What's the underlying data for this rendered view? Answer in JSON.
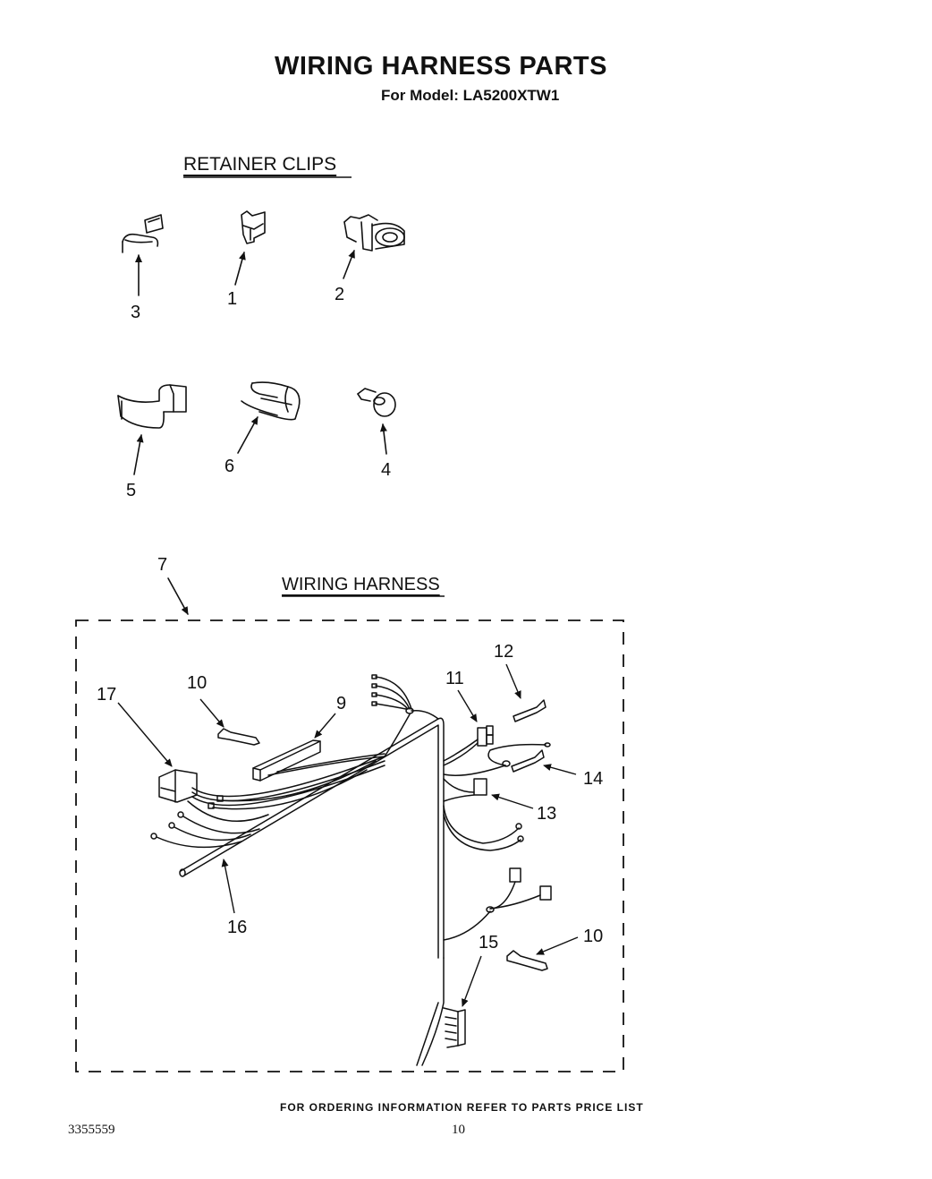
{
  "header": {
    "title": "WIRING HARNESS PARTS",
    "subtitle": "For Model: LA5200XTW1"
  },
  "sections": {
    "retainer_clips": {
      "heading": "RETAINER CLIPS",
      "callouts": [
        "3",
        "1",
        "2",
        "5",
        "6",
        "4"
      ]
    },
    "wiring_harness": {
      "heading": "WIRING HARNESS",
      "assembly_callout": "7",
      "callouts": {
        "c17": "17",
        "c10a": "10",
        "c9": "9",
        "c11": "11",
        "c12": "12",
        "c14": "14",
        "c13": "13",
        "c16": "16",
        "c15": "15",
        "c10b": "10"
      }
    }
  },
  "footer": {
    "note": "FOR ORDERING INFORMATION REFER TO PARTS PRICE LIST",
    "document_number": "3355559",
    "page_number": "10"
  }
}
